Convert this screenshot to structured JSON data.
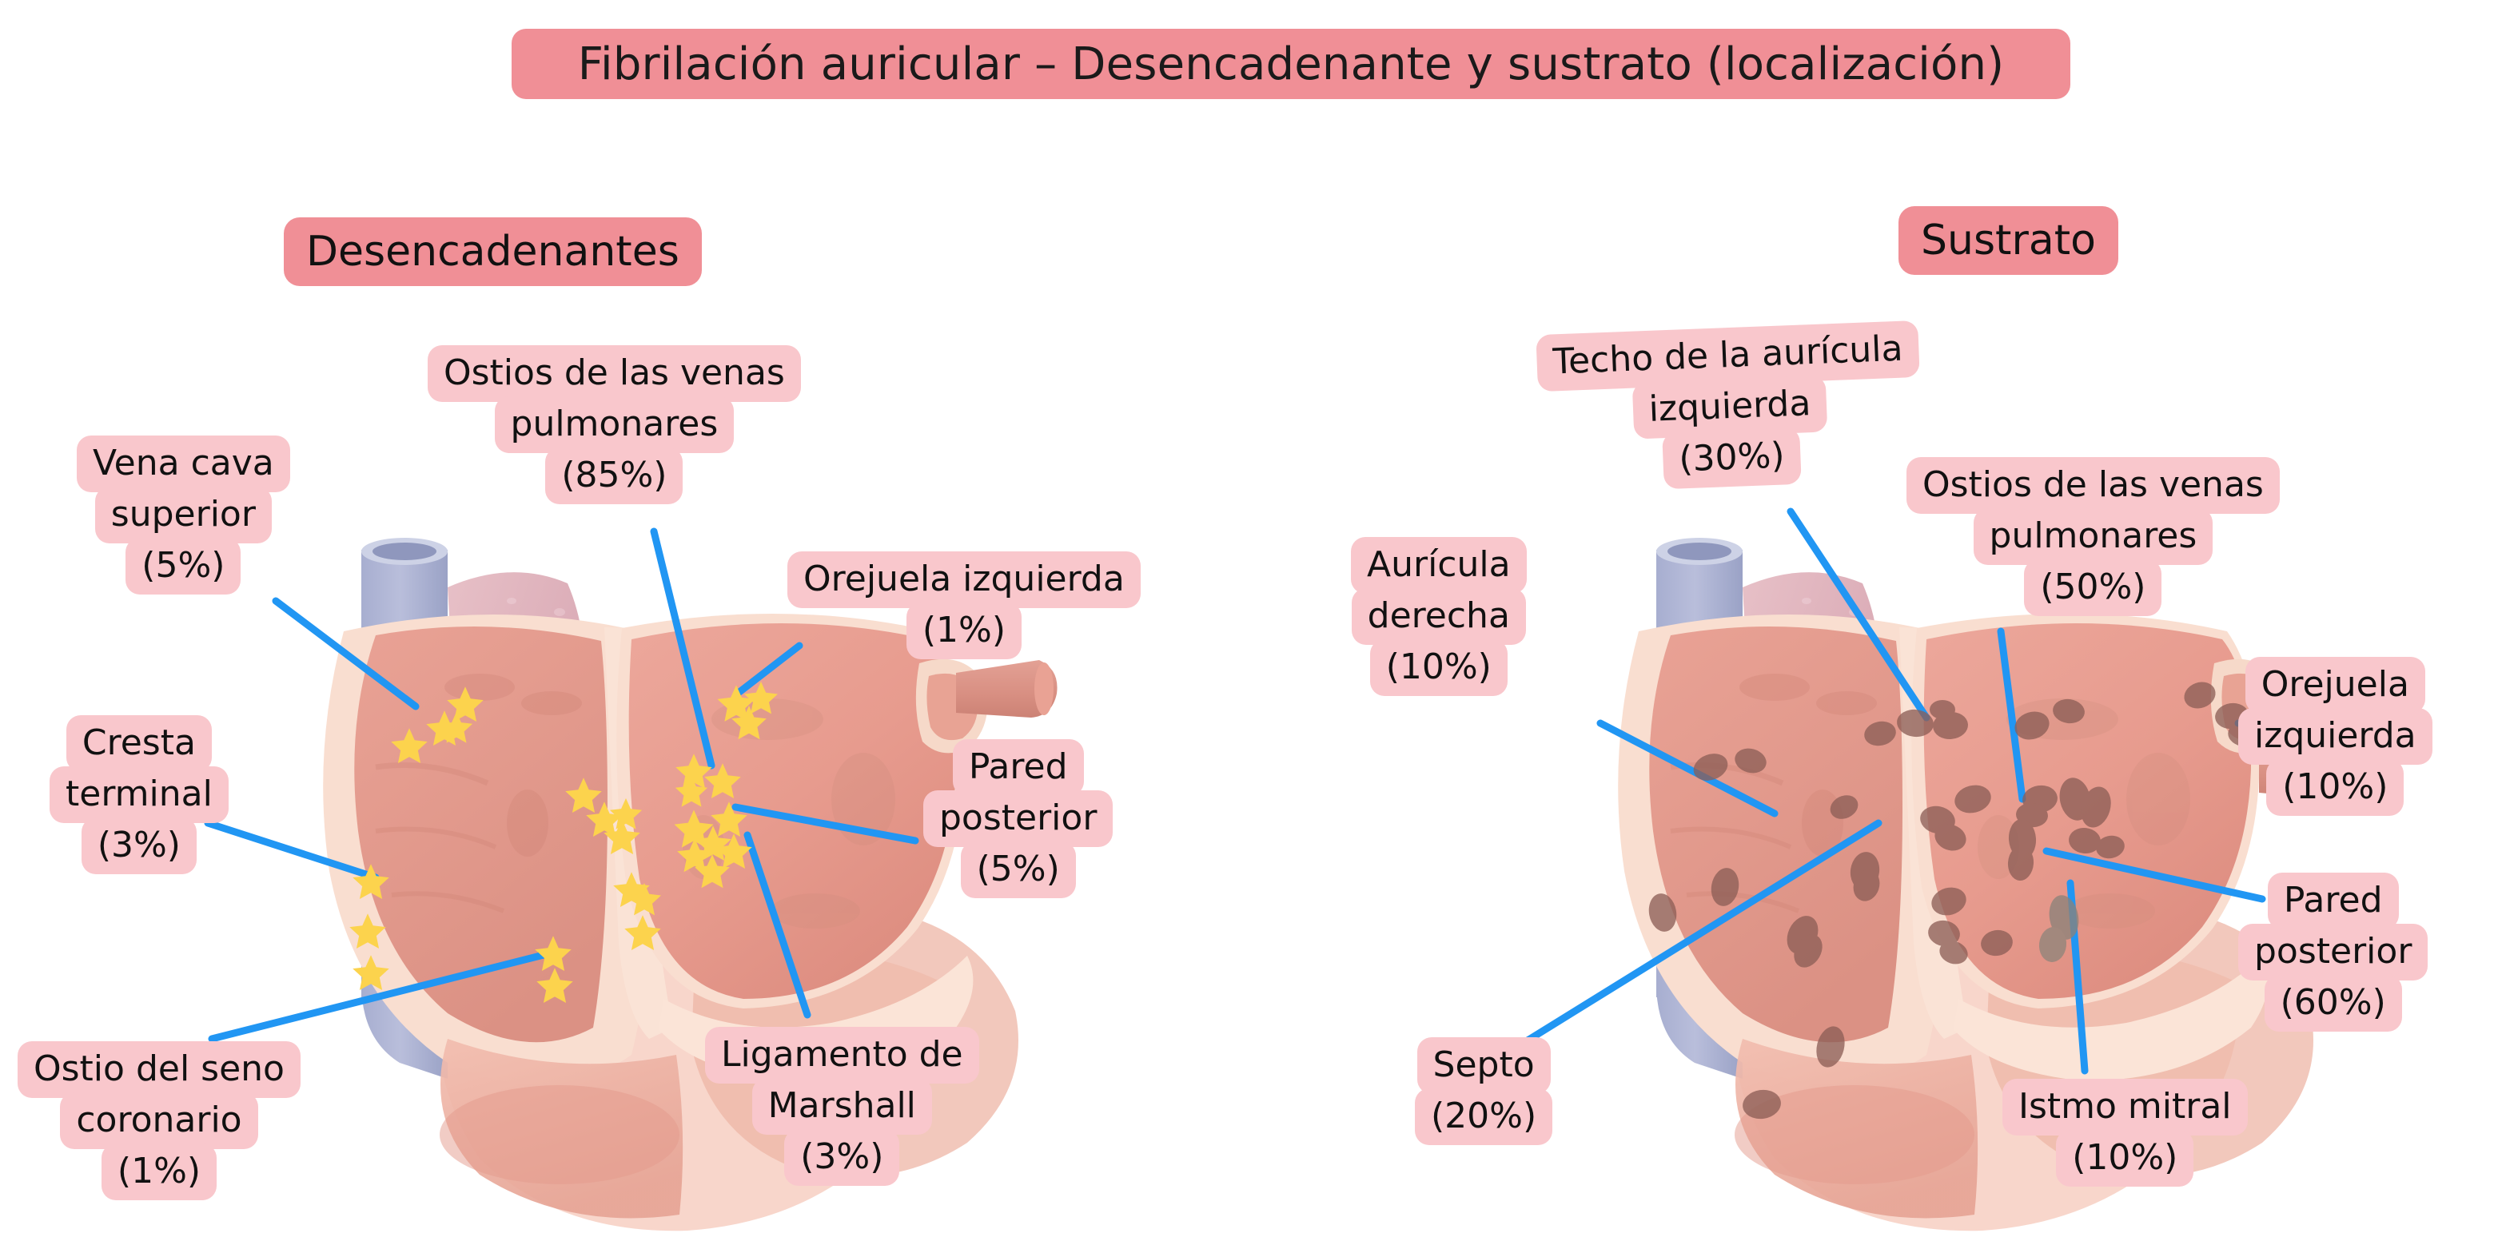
{
  "title": "Fibrilación auricular – Desencadenante y sustrato (localización)",
  "sections": {
    "left_header": "Desencadenantes",
    "right_header": "Sustrato"
  },
  "colors": {
    "header_pill": "#f08f96",
    "label_pill": "#f9c7cc",
    "connector_line": "#2196f3",
    "trigger_star": "#fcd34d",
    "substrate_patch": "#8d5f57",
    "page_background": "#ffffff",
    "text": "#111111"
  },
  "triggers": {
    "header": "Desencadenantes",
    "marker_type": "star",
    "items": [
      {
        "name": "vena-cava-superior",
        "lines": [
          "Vena cava",
          "superior",
          "(5%)"
        ],
        "value": 5
      },
      {
        "name": "ostios-venas-pulmonares",
        "lines": [
          "Ostios de las venas",
          "pulmonares",
          "(85%)"
        ],
        "value": 85
      },
      {
        "name": "orejuela-izquierda",
        "lines": [
          "Orejuela izquierda",
          "(1%)"
        ],
        "value": 1
      },
      {
        "name": "cresta-terminal",
        "lines": [
          "Cresta",
          "terminal",
          "(3%)"
        ],
        "value": 3
      },
      {
        "name": "pared-posterior",
        "lines": [
          "Pared",
          "posterior",
          "(5%)"
        ],
        "value": 5
      },
      {
        "name": "ostio-seno-coronario",
        "lines": [
          "Ostio del seno",
          "coronario",
          "(1%)"
        ],
        "value": 1
      },
      {
        "name": "ligamento-de-marshall",
        "lines": [
          "Ligamento de",
          "Marshall",
          "(3%)"
        ],
        "value": 3
      }
    ]
  },
  "substrate": {
    "header": "Sustrato",
    "marker_type": "patch",
    "items": [
      {
        "name": "techo-auricula-izquierda",
        "lines": [
          "Techo de la aurícula",
          "izquierda",
          "(30%)"
        ],
        "value": 30
      },
      {
        "name": "ostios-venas-pulmonares",
        "lines": [
          "Ostios de las venas",
          "pulmonares",
          "(50%)"
        ],
        "value": 50
      },
      {
        "name": "orejuela-izquierda",
        "lines": [
          "Orejuela",
          "izquierda",
          "(10%)"
        ],
        "value": 10
      },
      {
        "name": "auricula-derecha",
        "lines": [
          "Aurícula",
          "derecha",
          "(10%)"
        ],
        "value": 10
      },
      {
        "name": "pared-posterior",
        "lines": [
          "Pared",
          "posterior",
          "(60%)"
        ],
        "value": 60
      },
      {
        "name": "septo",
        "lines": [
          "Septo",
          "(20%)"
        ],
        "value": 20
      },
      {
        "name": "istmo-mitral",
        "lines": [
          "Istmo mitral",
          "(10%)"
        ],
        "value": 10
      }
    ]
  },
  "label_text": {
    "t_vcs_1": "Vena cava",
    "t_vcs_2": "superior",
    "t_vcs_3": "(5%)",
    "t_ovp_1": "Ostios de las venas",
    "t_ovp_2": "pulmonares",
    "t_ovp_3": "(85%)",
    "t_oi_1": "Orejuela izquierda",
    "t_oi_2": "(1%)",
    "t_ct_1": "Cresta",
    "t_ct_2": "terminal",
    "t_ct_3": "(3%)",
    "t_pp_1": "Pared",
    "t_pp_2": "posterior",
    "t_pp_3": "(5%)",
    "t_osc_1": "Ostio del seno",
    "t_osc_2": "coronario",
    "t_osc_3": "(1%)",
    "t_lm_1": "Ligamento de",
    "t_lm_2": "Marshall",
    "t_lm_3": "(3%)",
    "s_tai_1": "Techo de la aurícula",
    "s_tai_2": "izquierda",
    "s_tai_3": "(30%)",
    "s_ovp_1": "Ostios de las venas",
    "s_ovp_2": "pulmonares",
    "s_ovp_3": "(50%)",
    "s_oi_1": "Orejuela",
    "s_oi_2": "izquierda",
    "s_oi_3": "(10%)",
    "s_ad_1": "Aurícula",
    "s_ad_2": "derecha",
    "s_ad_3": "(10%)",
    "s_pp_1": "Pared",
    "s_pp_2": "posterior",
    "s_pp_3": "(60%)",
    "s_sep_1": "Septo",
    "s_sep_2": "(20%)",
    "s_im_1": "Istmo mitral",
    "s_im_2": "(10%)"
  }
}
